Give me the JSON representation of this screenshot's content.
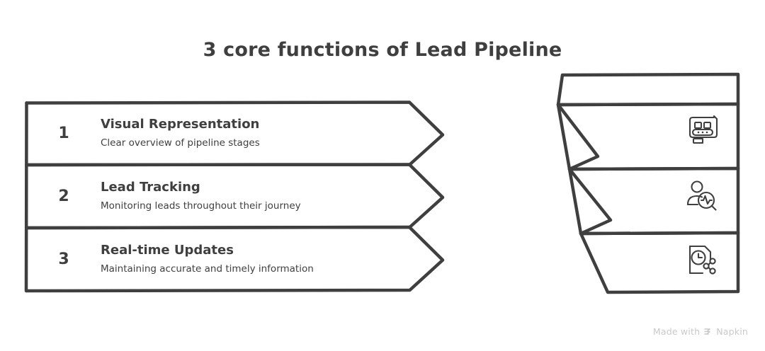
{
  "page": {
    "title": "3 core functions of Lead Pipeline",
    "background_color": "#ffffff",
    "ink_color": "#3f3f3f",
    "watermark_color": "#c9c9c9"
  },
  "steps": [
    {
      "number": "1",
      "heading": "Visual Representation",
      "subtitle": "Clear overview of pipeline stages",
      "icon": "conveyor-belt-icon"
    },
    {
      "number": "2",
      "heading": "Lead Tracking",
      "subtitle": "Monitoring leads throughout their journey",
      "icon": "person-search-activity-icon"
    },
    {
      "number": "3",
      "heading": "Real-time Updates",
      "subtitle": "Maintaining accurate and timely information",
      "icon": "document-clock-share-icon"
    }
  ],
  "watermark": {
    "text_before": "Made with",
    "brand": "Napkin",
    "mark_icon": "napkin-chevrons-icon"
  }
}
